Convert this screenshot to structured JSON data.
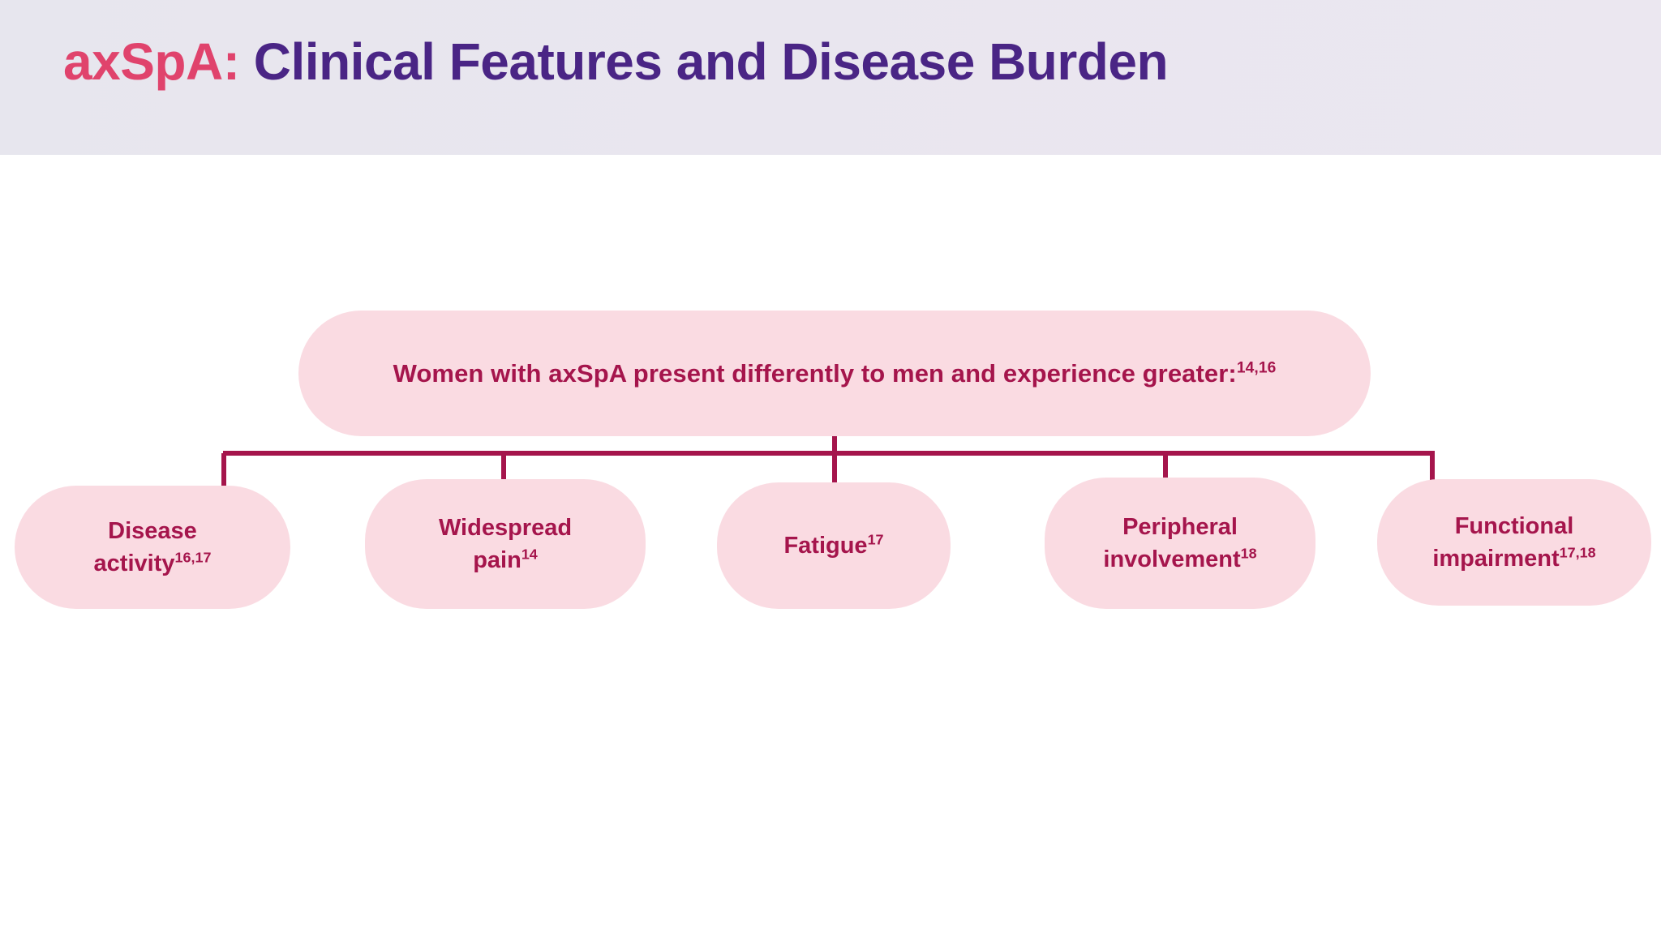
{
  "header": {
    "title_accent": "axSpA:",
    "title_rest": " Clinical Features and Disease Burden",
    "band_color": "#e8e6ef",
    "accent_color": "#e0436c",
    "title_color": "#4a2585"
  },
  "diagram": {
    "type": "tree",
    "line_color": "#a5154c",
    "pill_fill": "#fadbe2",
    "pill_text_color": "#a5154c",
    "root": {
      "text": "Women with axSpA present differently to men and experience greater:",
      "superscript": "14,16"
    },
    "leaves": [
      {
        "line1": "Disease",
        "line2": "activity",
        "superscript": "16,17"
      },
      {
        "line1": "Widespread",
        "line2": "pain",
        "superscript": "14"
      },
      {
        "line1": "Fatigue",
        "line2": "",
        "superscript": "17"
      },
      {
        "line1": "Peripheral",
        "line2": "involvement",
        "superscript": "18"
      },
      {
        "line1": "Functional",
        "line2": "impairment",
        "superscript": "17,18"
      }
    ]
  }
}
